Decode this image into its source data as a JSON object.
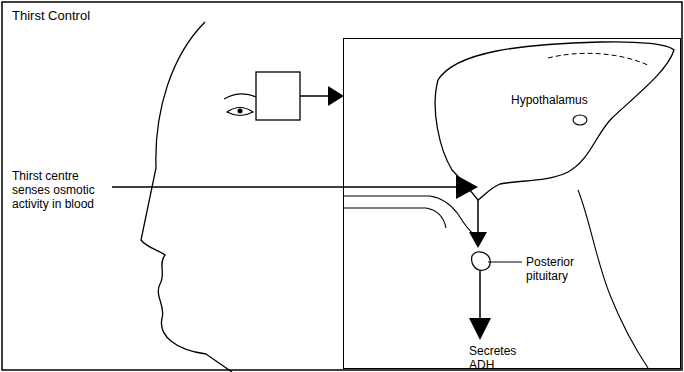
{
  "diagram": {
    "title": "Thirst Control",
    "nodes": [
      {
        "text": [
          "Hypothalamus",
          "Posterior pituitary",
          "Secretes ADH"
        ]
      }
    ],
    "labels": [
      "Thirst centre senses osmotic activity in blood"
    ]
  }
}
